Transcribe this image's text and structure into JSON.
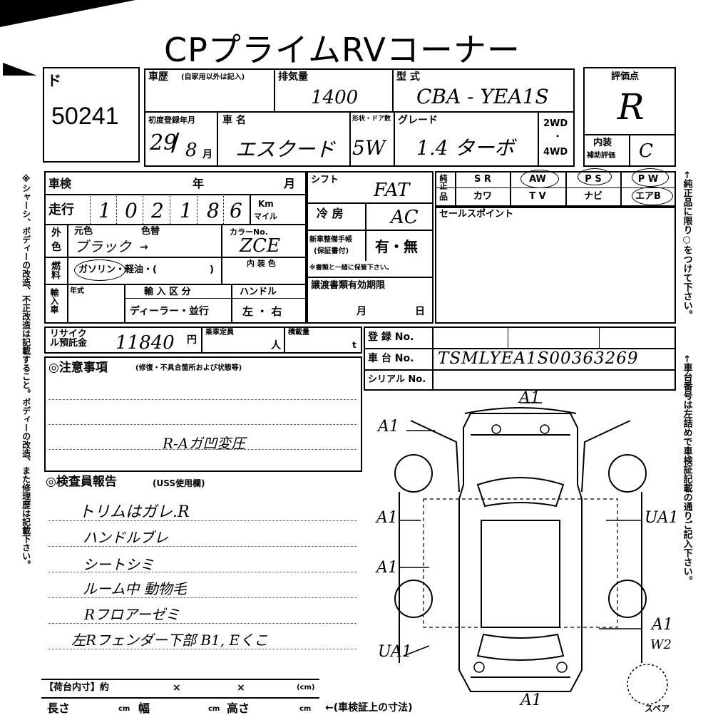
{
  "header": {
    "title": "CPプライムRVコーナー"
  },
  "lot": {
    "number": "50241",
    "mark": "ド"
  },
  "grade_box": {
    "label": "評価点",
    "score": "R",
    "interior_label": "内装",
    "interior_sub": "補助評価",
    "interior_value": "C"
  },
  "history": {
    "label": "車歴",
    "note": "(自家用以外は記入)"
  },
  "displacement": {
    "label": "排気量",
    "value": "1400"
  },
  "model": {
    "label": "型 式",
    "value": "CBA - YEA1S"
  },
  "first_reg": {
    "label": "初度登録年月",
    "value_year": "29",
    "value_month": "8",
    "unit": "月"
  },
  "car_name": {
    "label": "車 名",
    "value": "エスクード"
  },
  "shape": {
    "label": "形状・ドア数",
    "value": "5W"
  },
  "grade": {
    "label": "グレード",
    "value": "1.4 ターボ"
  },
  "drive": {
    "opt1": "2WD",
    "dot": "・",
    "opt2": "4WD"
  },
  "inspection": {
    "label": "車検",
    "year": "年",
    "month": "月"
  },
  "mileage": {
    "label": "走行",
    "digits": [
      "1",
      "0",
      "2",
      "1",
      "8",
      "6"
    ],
    "unit_km": "Km",
    "unit_mile": "マイル"
  },
  "color": {
    "label_outer": "外",
    "label_outer2": "色",
    "original_label": "元色",
    "changed_label": "色替",
    "original_value": "ブラック",
    "arrow": "→",
    "code_label": "カラーNo.",
    "code_value": "ZCE",
    "interior_label": "内 装 色"
  },
  "fuel": {
    "label": "燃料",
    "options": "ガソリン・軽油・(",
    "close": ")"
  },
  "import": {
    "label": "輸入車",
    "year_label": "年式",
    "type_label": "輸 入 区 分",
    "type_options": "ディーラー・並行",
    "handle_label": "ハンドル",
    "handle_options": "左 ・ 右"
  },
  "shift": {
    "label": "シフト",
    "value": "FAT"
  },
  "aircon": {
    "label": "冷 房",
    "value": "AC"
  },
  "manual": {
    "label": "新車整備手帳",
    "sub": "(保証書付)",
    "value": "有・無",
    "note": "※書類と一緒に保管下さい。"
  },
  "transfer": {
    "label": "譲渡書類有効期限",
    "month": "月",
    "day": "日"
  },
  "equipment": {
    "label_top": "純正",
    "label_bottom": "品",
    "row1": [
      "S R",
      "AW",
      "P S",
      "P W"
    ],
    "row1_prefix": "純",
    "row2": [
      "カワ",
      "T V",
      "ナビ",
      "エアB"
    ]
  },
  "sales_point": {
    "label": "セールスポイント"
  },
  "side_note_right1": "←純正品に限り○をつけて下さい。",
  "side_note_right2": "←車台番号は左詰めで車検証記載の通りご記入下さい。",
  "side_note_left": "※シャーシ、ボディーの改造、不正改造は記載すること。ボディーの改造、また修理歴は記載下さい。",
  "recycle": {
    "label": "リサイクル預託金",
    "value": "11840",
    "unit": "円",
    "capacity_label": "乗車定員",
    "capacity_unit": "人",
    "load_label": "積載量",
    "load_unit": "t"
  },
  "registration": {
    "label": "登 録 No.",
    "chassis_label": "車 台 No.",
    "chassis_value": "TSMLYEA1S00363269",
    "serial_label": "シリアル No."
  },
  "caution": {
    "label": "◎注意事項",
    "note": "(修復・不具合箇所および状態等)",
    "handwritten": "R-Aガ凹変圧"
  },
  "inspector": {
    "label": "◎検査員報告",
    "note": "(USS使用欄)",
    "lines": [
      "トリムはガレ.R",
      "ハンドルブレ",
      "シートシミ",
      "ルーム中 動物毛",
      "Rフロアーゼミ",
      "左Rフェンダー下部 B1, Eくこ"
    ]
  },
  "cargo": {
    "label": "【荷台内寸】約",
    "x1": "×",
    "x2": "×",
    "unit": "(cm)"
  },
  "dims": {
    "length": "長さ",
    "width": "幅",
    "height": "高さ",
    "unit": "cm",
    "note": "←(車検証上の寸法)"
  },
  "diagram_marks": {
    "front": "A1",
    "left_front": "A1",
    "left_mid1": "A1",
    "left_mid2": "A1",
    "left_rear": "UA1",
    "right_mid": "UA1",
    "right_rear": "A1",
    "right_rear2": "W2",
    "rear": "A1",
    "spare": "スペア"
  }
}
